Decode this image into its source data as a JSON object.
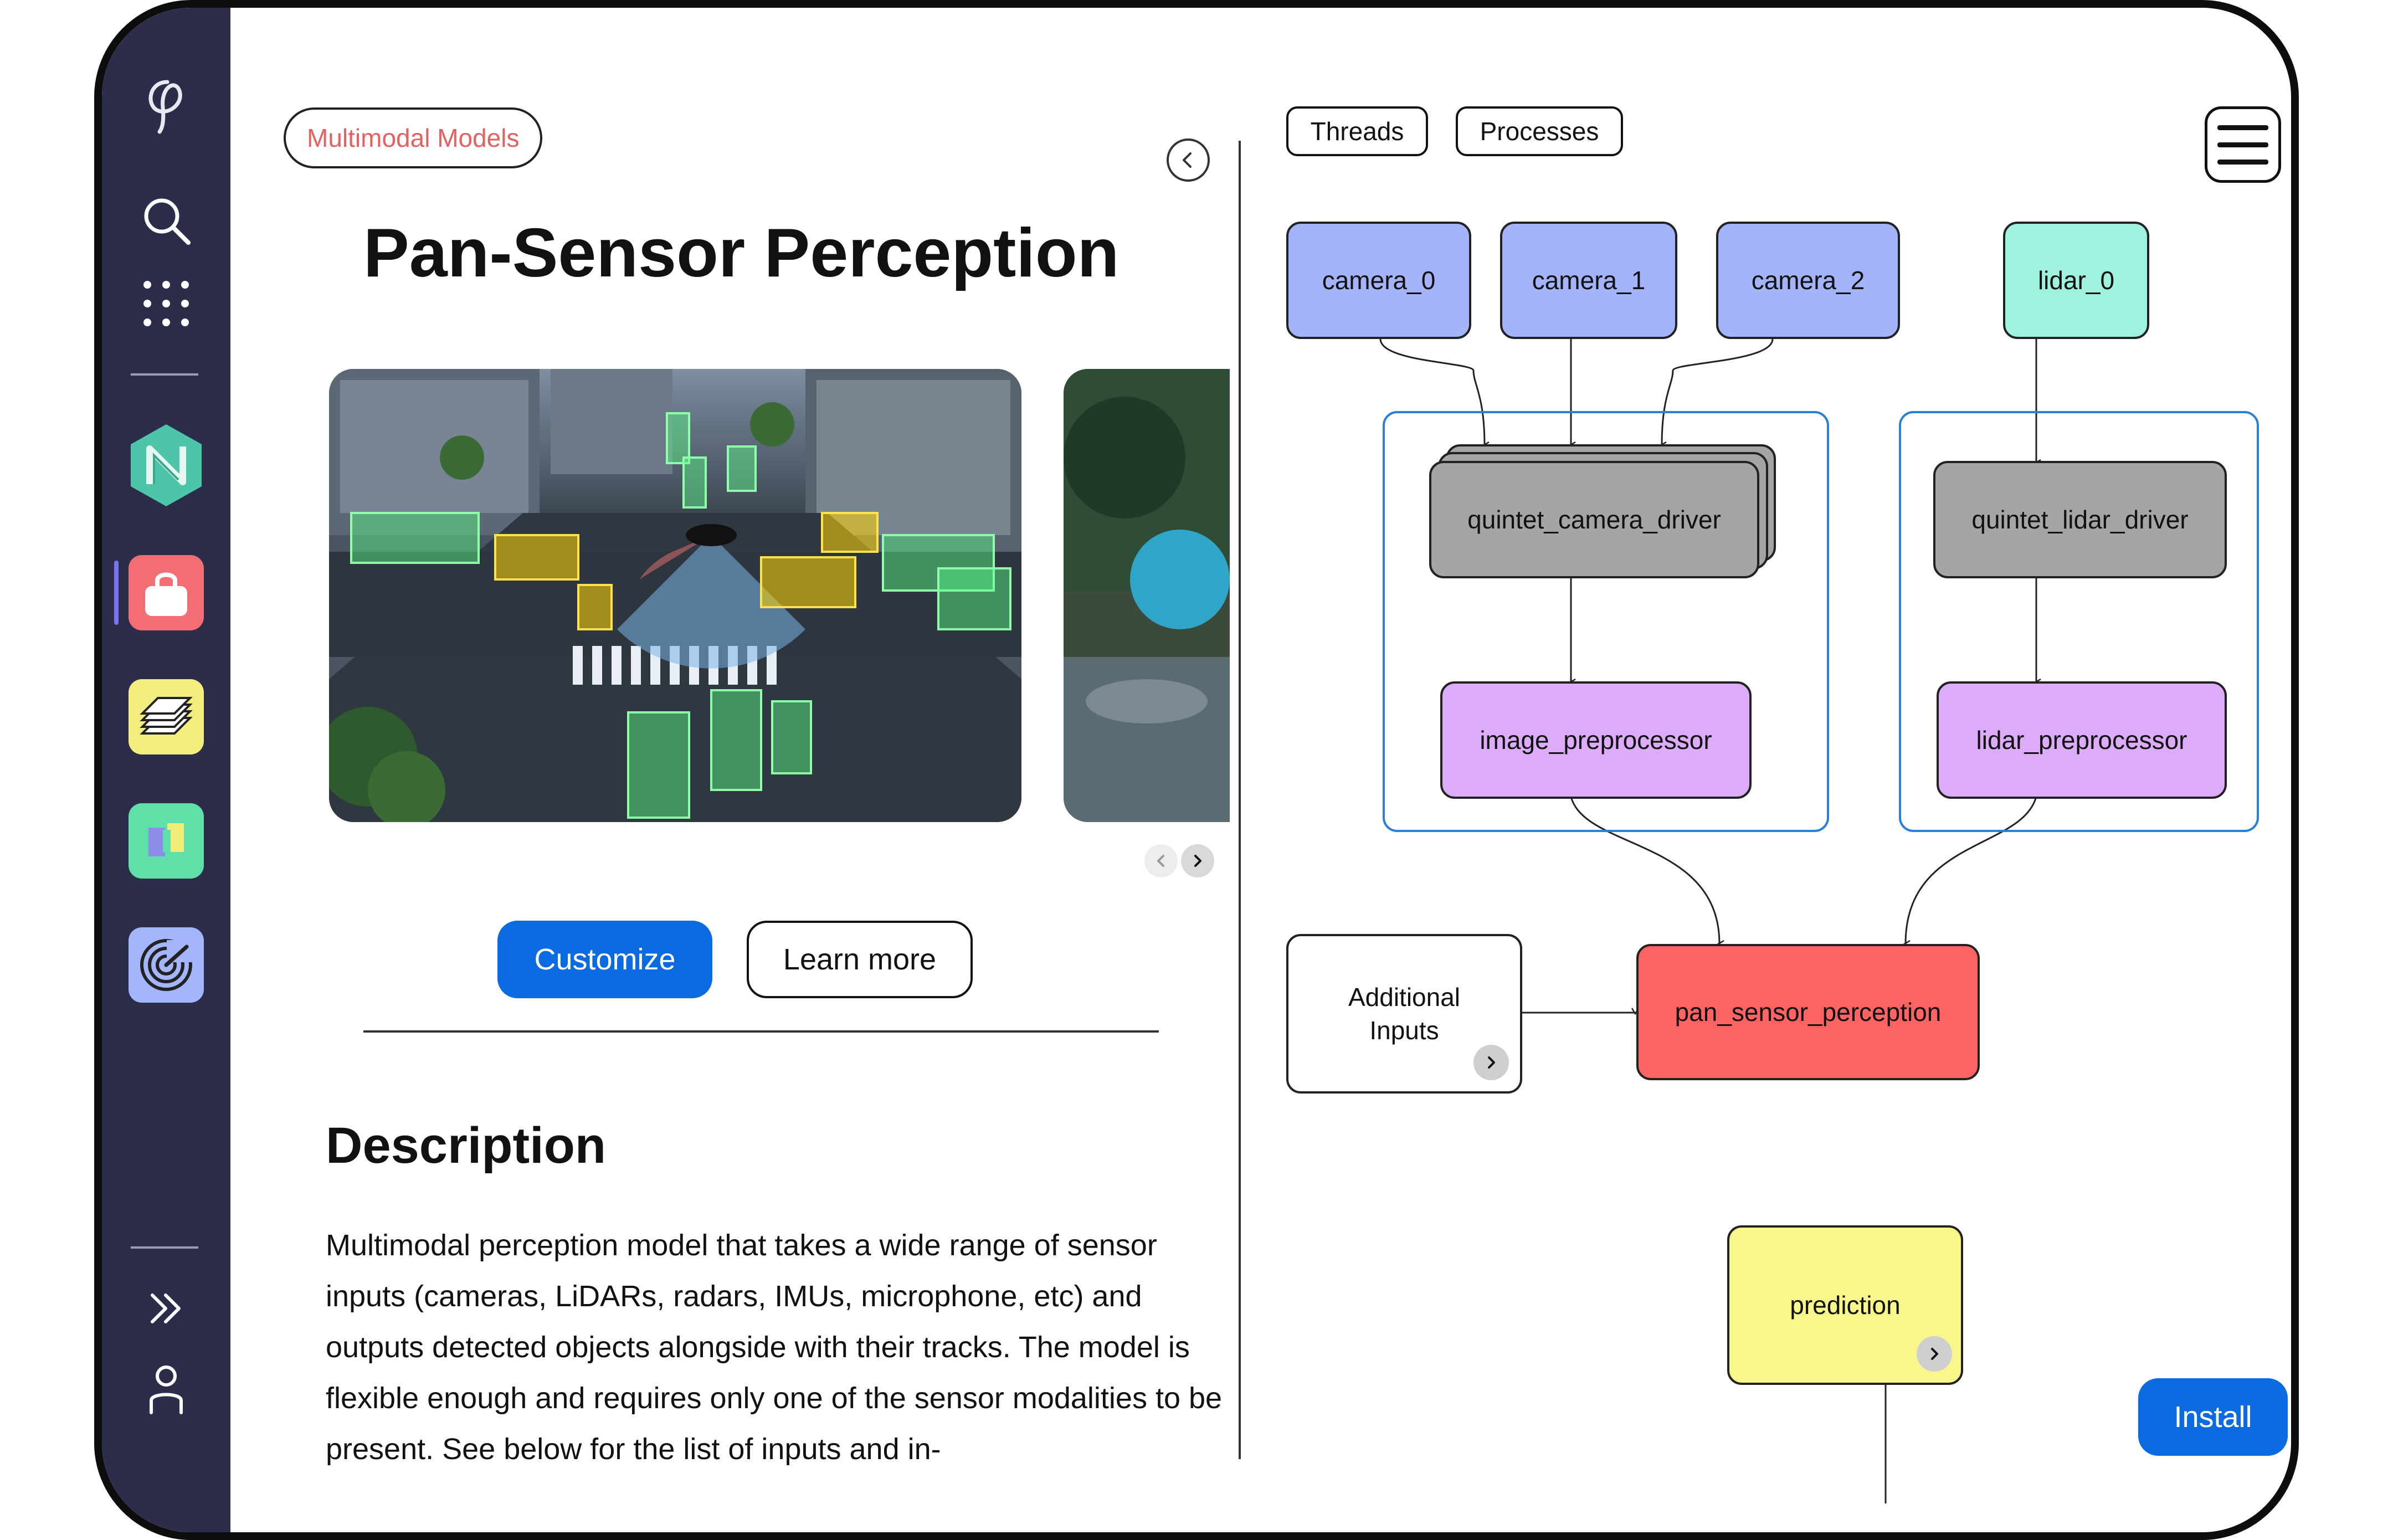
{
  "left": {
    "tag": "Multimodal Models",
    "title": "Pan-Sensor Perception",
    "customize_label": "Customize",
    "learn_more_label": "Learn more",
    "description_heading": "Description",
    "description": "Multimodal perception model that takes a wide range of sensor inputs (cameras, LiDARs, radars, IMUs, microphone, etc) and outputs detected objects alongside with their tracks. The model is flexible enough and requires only one of the sensor modalities to be present. See below for the list of inputs and in-"
  },
  "right": {
    "tabs": [
      "Threads",
      "Processes"
    ],
    "nodes": {
      "camera_0": "camera_0",
      "camera_1": "camera_1",
      "camera_2": "camera_2",
      "lidar_0": "lidar_0",
      "camera_driver": "quintet_camera_driver",
      "lidar_driver": "quintet_lidar_driver",
      "image_pre": "image_preprocessor",
      "lidar_pre": "lidar_preprocessor",
      "additional": "Additional Inputs",
      "perception": "pan_sensor_perception",
      "prediction": "prediction"
    },
    "install_label": "Install"
  },
  "colors": {
    "sidebar_bg": "#2b2d4a",
    "camera_node": "#a3b4fb",
    "lidar_node": "#9ff2de",
    "driver_node": "#a5a5a5",
    "preprocessor_node": "#dcacfb",
    "perception_node": "#fc6463",
    "prediction_node": "#f7f78c",
    "group_border": "#2a7fd6",
    "primary_button": "#0a6ae0"
  },
  "icons": [
    "logo-icon",
    "search-icon",
    "apps-grid-icon",
    "nvidia-n-icon",
    "bag-icon",
    "layers-icon",
    "split-icon",
    "radar-icon",
    "expand-icon",
    "user-icon",
    "chevron-left-icon",
    "chevron-right-icon",
    "hamburger-menu-icon"
  ]
}
